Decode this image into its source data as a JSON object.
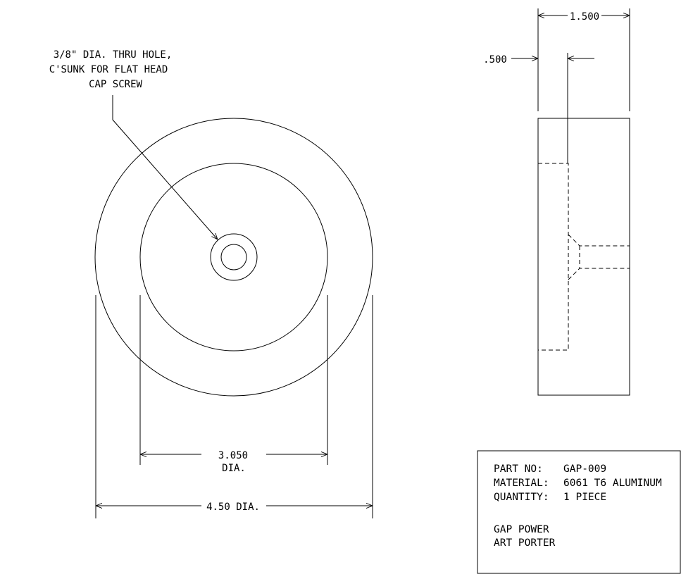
{
  "note": {
    "line1": "3/8\" DIA. THRU HOLE,",
    "line2": "C'SUNK FOR FLAT HEAD",
    "line3": "CAP SCREW"
  },
  "dimensions": {
    "inner_dia": "3.050",
    "inner_dia_suffix": "DIA.",
    "outer_dia": "4.50 DIA.",
    "width": "1.500",
    "recess_depth": ".500"
  },
  "title_block": {
    "part_no_label": "PART NO:",
    "part_no_value": "GAP-009",
    "material_label": "MATERIAL:",
    "material_value": "6061 T6 ALUMINUM",
    "quantity_label": "QUANTITY:",
    "quantity_value": "1 PIECE",
    "company_line1": "GAP POWER",
    "company_line2": "ART PORTER"
  }
}
